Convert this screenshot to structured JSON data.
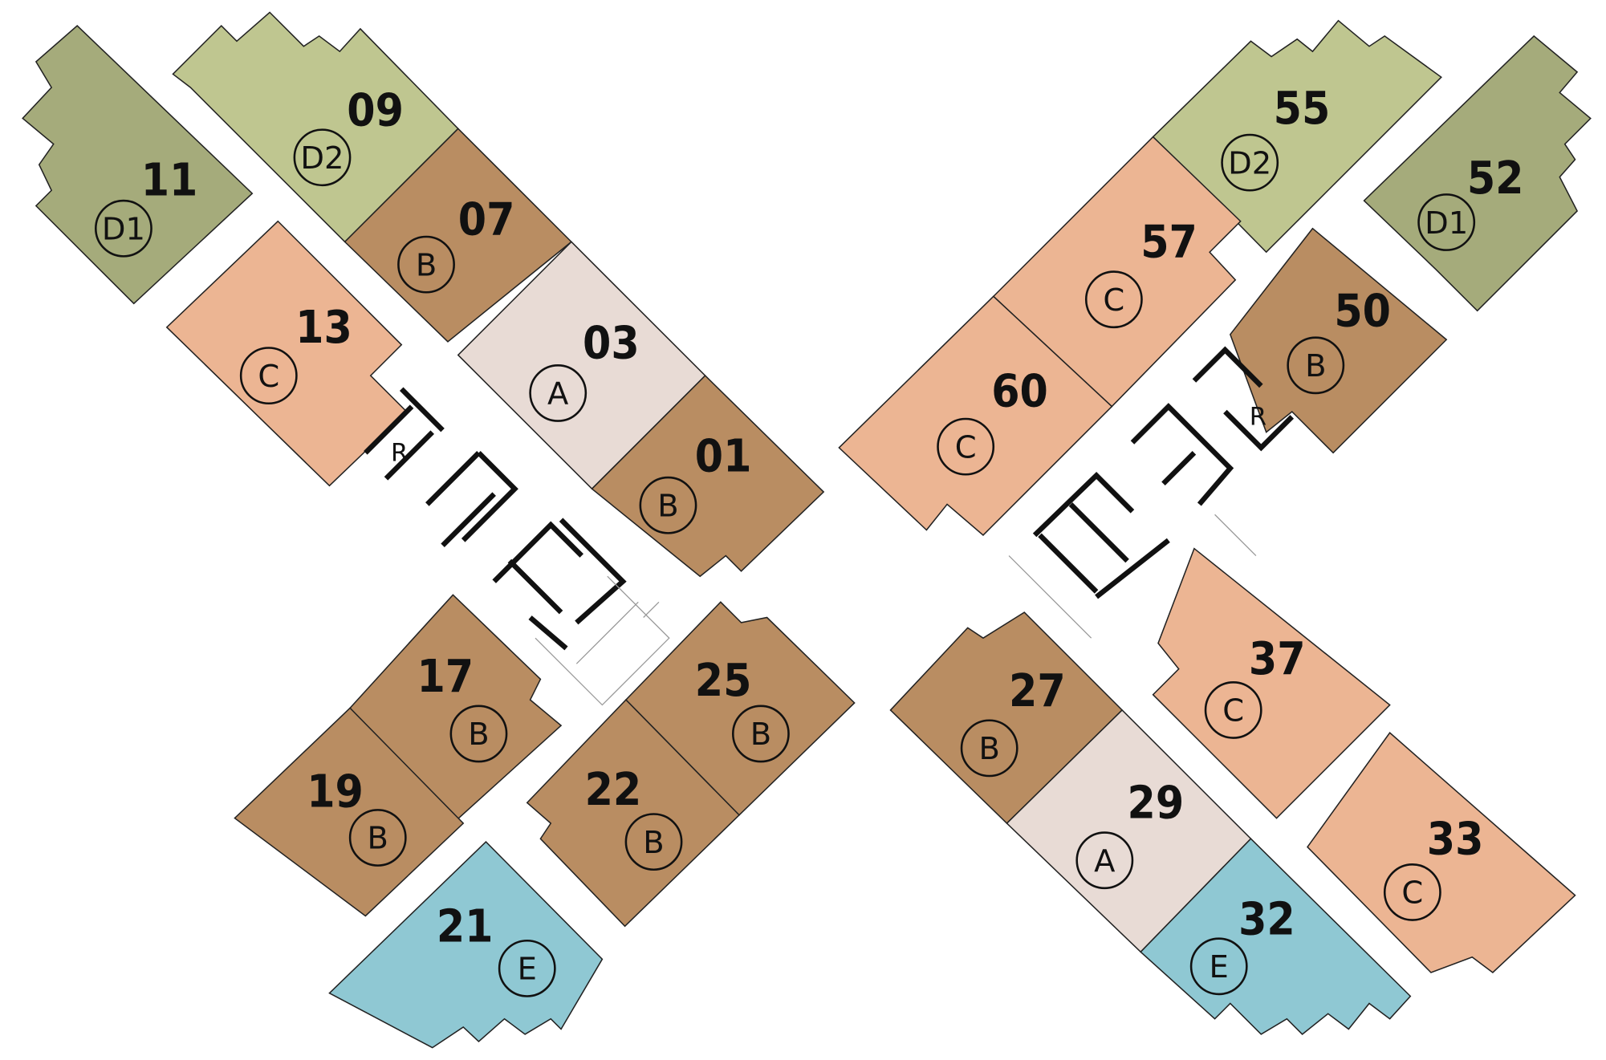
{
  "type_colors": {
    "A": "#e8dbd5",
    "B": "#b98d62",
    "C": "#ecb593",
    "D1": "#a5ab7b",
    "D2": "#bfc690",
    "E": "#8fc8d3"
  },
  "units": [
    {
      "number": "11",
      "type": "D1"
    },
    {
      "number": "09",
      "type": "D2"
    },
    {
      "number": "07",
      "type": "B"
    },
    {
      "number": "13",
      "type": "C"
    },
    {
      "number": "03",
      "type": "A"
    },
    {
      "number": "01",
      "type": "B"
    },
    {
      "number": "17",
      "type": "B"
    },
    {
      "number": "19",
      "type": "B"
    },
    {
      "number": "25",
      "type": "B"
    },
    {
      "number": "22",
      "type": "B"
    },
    {
      "number": "21",
      "type": "E"
    },
    {
      "number": "55",
      "type": "D2"
    },
    {
      "number": "52",
      "type": "D1"
    },
    {
      "number": "57",
      "type": "C"
    },
    {
      "number": "50",
      "type": "B"
    },
    {
      "number": "60",
      "type": "C"
    },
    {
      "number": "37",
      "type": "C"
    },
    {
      "number": "27",
      "type": "B"
    },
    {
      "number": "29",
      "type": "A"
    },
    {
      "number": "33",
      "type": "C"
    },
    {
      "number": "32",
      "type": "E"
    }
  ],
  "refuse_rooms": [
    "R",
    "R"
  ]
}
